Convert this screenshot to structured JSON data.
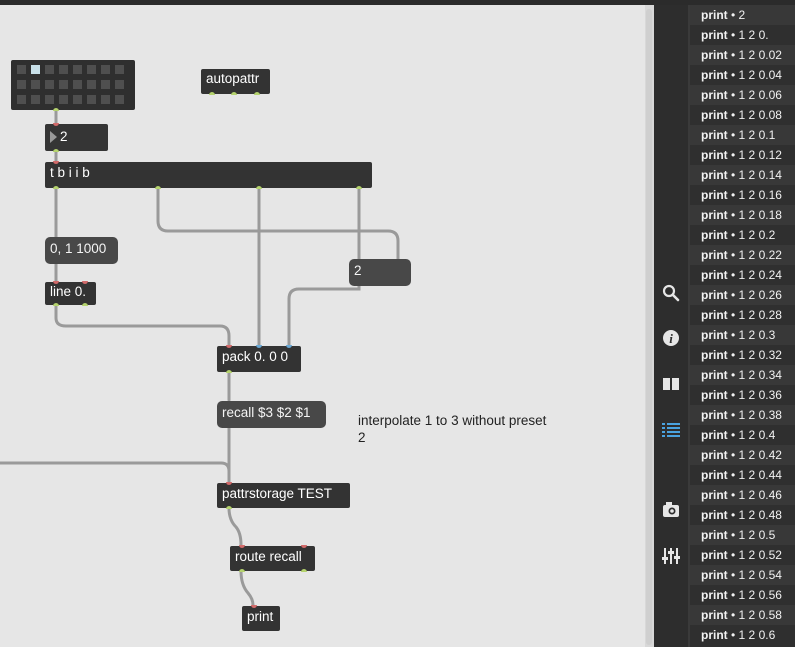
{
  "patch": {
    "autopattr_label": "autopattr",
    "number_value": "2",
    "trigger_label": "t b i i b",
    "line_msg_label": "0, 1 1000",
    "line_label": "line 0.",
    "msg2_label": "2",
    "pack_label": "pack 0. 0 0",
    "recall_msg_label": "recall $3 $2 $1",
    "comment_text": "interpolate 1 to 3 without preset 2",
    "pattrstorage_label": "pattrstorage TEST",
    "route_label": "route recall",
    "print_label": "print",
    "preset_selected_slot": 2
  },
  "toolbar": {
    "icons": [
      "search-icon",
      "info-icon",
      "reference-book-icon",
      "console-list-icon",
      "snapshot-icon",
      "mixer-icon"
    ],
    "active": "console-list-icon"
  },
  "console": {
    "prefix": "print",
    "separator": " • ",
    "lines": [
      "2",
      "1 2 0.",
      "1 2 0.02",
      "1 2 0.04",
      "1 2 0.06",
      "1 2 0.08",
      "1 2 0.1",
      "1 2 0.12",
      "1 2 0.14",
      "1 2 0.16",
      "1 2 0.18",
      "1 2 0.2",
      "1 2 0.22",
      "1 2 0.24",
      "1 2 0.26",
      "1 2 0.28",
      "1 2 0.3",
      "1 2 0.32",
      "1 2 0.34",
      "1 2 0.36",
      "1 2 0.38",
      "1 2 0.4",
      "1 2 0.42",
      "1 2 0.44",
      "1 2 0.46",
      "1 2 0.48",
      "1 2 0.5",
      "1 2 0.52",
      "1 2 0.54",
      "1 2 0.56",
      "1 2 0.58",
      "1 2 0.6"
    ]
  }
}
